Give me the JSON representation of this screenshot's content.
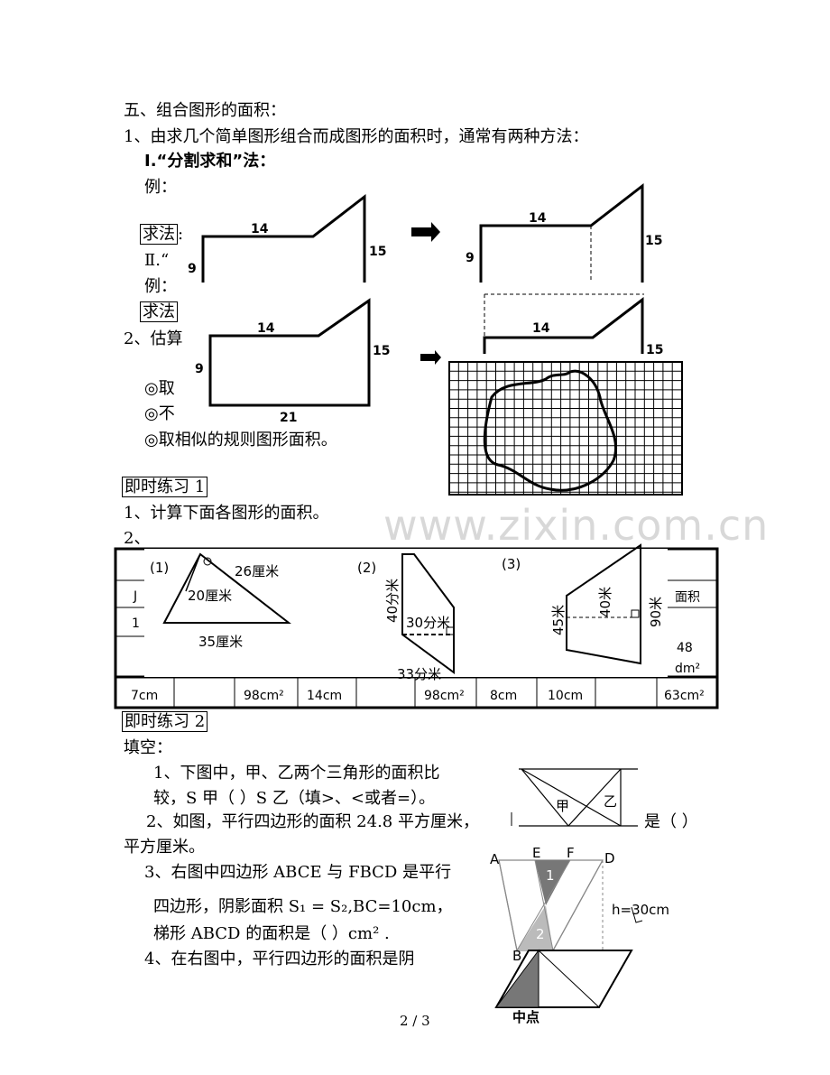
{
  "section": {
    "title": "五、组合图形的面积：",
    "point1": "1、由求几个简单图形组合而成图形的面积时，通常有两种方法：",
    "method1": "Ⅰ.“分割求和”法：",
    "example1": "例：",
    "solve1": "求法",
    "solve1_colon": ":",
    "method2": "Ⅱ.“",
    "example2": "例：",
    "solve2": "求法",
    "point2": "2、估算",
    "bullet1": "◎取",
    "bullet2": "◎不",
    "bullet3": "◎取相似的规则图形面积。"
  },
  "figure_labels": {
    "f1_top": "14",
    "f1_left": "9",
    "f1_right": "15",
    "f2_top": "14",
    "f2_left": "9",
    "f2_right": "15",
    "f3_top": "14",
    "f3_left": "9",
    "f3_right": "15",
    "f3_bottom": "21",
    "f4_top": "14",
    "f4_right": "15"
  },
  "watermark": "www.zixin.com.cn",
  "practice1": {
    "header": "即时练习 1",
    "q1": "1、计算下面各图形的面积。",
    "q2": "2、",
    "fig1_num": "(1)",
    "fig1_a": "26厘米",
    "fig1_b": "20厘米",
    "fig1_c": "35厘米",
    "fig2_num": "(2)",
    "fig2_a": "40分米",
    "fig2_b": "30分米",
    "fig2_c": "33分米",
    "fig3_num": "(3)",
    "fig3_a": "40米",
    "fig3_b": "45米",
    "fig3_c": "90米",
    "table_frag": {
      "r1_left": "J",
      "r1_right": "面积",
      "r2_left": "1",
      "r3_right": "48",
      "r4_right": "dm²",
      "bottom": [
        "7cm",
        "98cm²",
        "14cm",
        "98cm²",
        "8cm",
        "10cm",
        "63cm²"
      ]
    }
  },
  "practice2": {
    "header": "即时练习 2",
    "fill": "填空：",
    "q1_line1": "1、下图中，甲、乙两个三角形的面积比",
    "q1_line2": "较，S 甲（      ）S 乙（填>、<或者=）。",
    "q2_line1": "2、如图，平行四边形的面积 24.8 平方厘米，",
    "q2_tail": "是（        ）",
    "q2_line2": "平方厘米。",
    "q3_line1": "3、右图中四边形 ABCE 与 FBCD 是平行",
    "q3_line2": "四边形，阴影面积 S₁ = S₂,BC=10cm，",
    "q3_line3": "梯形 ABCD 的面积是（          ）cm² .",
    "q4_line1": "4、在右图中，平行四边形的面积是阴",
    "tri_jia": "甲",
    "tri_yi": "乙",
    "fig3_A": "A",
    "fig3_E": "E",
    "fig3_F": "F",
    "fig3_D": "D",
    "fig3_1": "1",
    "fig3_2": "2",
    "fig3_h": "h=30cm",
    "fig3_B": "B",
    "fig4_mid": "中点"
  },
  "footer": {
    "page": "2 / 3"
  }
}
